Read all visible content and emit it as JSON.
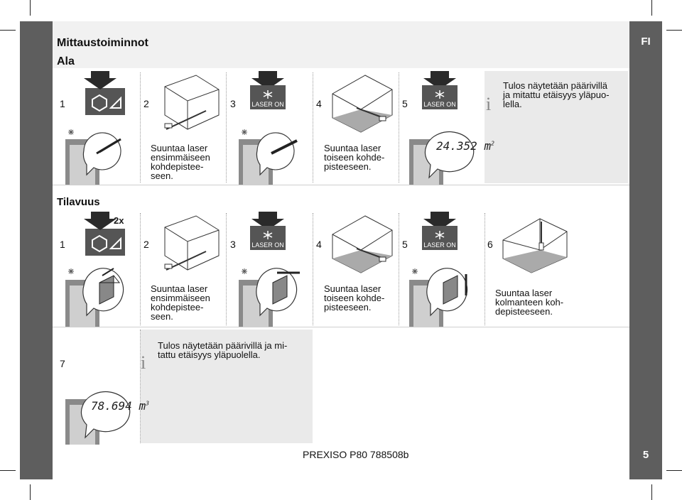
{
  "page": {
    "language_tab": "FI",
    "page_number": "5",
    "footer": "PREXISO P80 788508b"
  },
  "section_area": {
    "heading": "Mittaustoiminnot",
    "subheading": "Ala",
    "steps": [
      "1",
      "2",
      "3",
      "4",
      "5"
    ],
    "laser_label": "LASER ON",
    "laser_label_2": "LASER ON",
    "step2_text": [
      "Suuntaa laser",
      "ensimmäiseen",
      "kohdepistee-",
      "seen."
    ],
    "step4_text": [
      "Suuntaa laser",
      "toiseen kohde-",
      "pisteeseen."
    ],
    "info_icon": "i",
    "info_text": [
      "Tulos näytetään päärivillä",
      "ja mitattu etäisyys yläpuo-",
      "lella."
    ],
    "display_value": "24.352",
    "display_unit": "m",
    "display_exp": "2"
  },
  "section_volume": {
    "heading": "Tilavuus",
    "press_count": "2x",
    "steps": [
      "1",
      "2",
      "3",
      "4",
      "5",
      "6"
    ],
    "laser_label": "LASER ON",
    "laser_label_2": "LASER ON",
    "step2_text": [
      "Suuntaa laser",
      "ensimmäiseen",
      "kohdepistee-",
      "seen."
    ],
    "step4_text": [
      "Suuntaa laser",
      "toiseen kohde-",
      "pisteeseen."
    ],
    "step6_text": [
      "Suuntaa laser",
      "kolmanteen koh-",
      "depisteeseen."
    ],
    "step7": "7",
    "info_icon": "i",
    "info_text": [
      "Tulos näytetään päärivillä ja mi-",
      "tattu etäisyys yläpuolella."
    ],
    "display_value": "78.694",
    "display_unit": "m",
    "display_exp": "3"
  },
  "colors": {
    "band": "#5e5e5e",
    "panel": "#eaeaea",
    "arrow": "#2a2a2a"
  }
}
